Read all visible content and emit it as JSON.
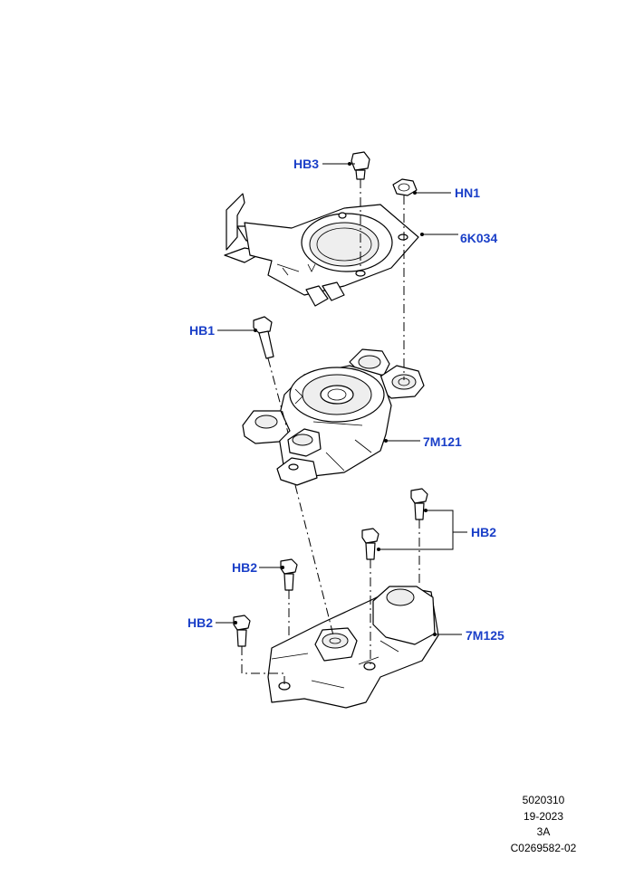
{
  "labels": {
    "hb3": "HB3",
    "hn1": "HN1",
    "k6k034": "6K034",
    "hb1": "HB1",
    "m7m121": "7M121",
    "hb2_right": "HB2",
    "hb2_mid": "HB2",
    "hb2_left": "HB2",
    "m7m125": "7M125"
  },
  "footer": {
    "line1": "5020310",
    "line2": "19-2023",
    "line3": "3A",
    "line4": "C0269582-02"
  },
  "colors": {
    "label": "#1a3fc8",
    "line": "#000000",
    "part_fill": "#ffffff",
    "part_shade": "#eeeeee"
  }
}
